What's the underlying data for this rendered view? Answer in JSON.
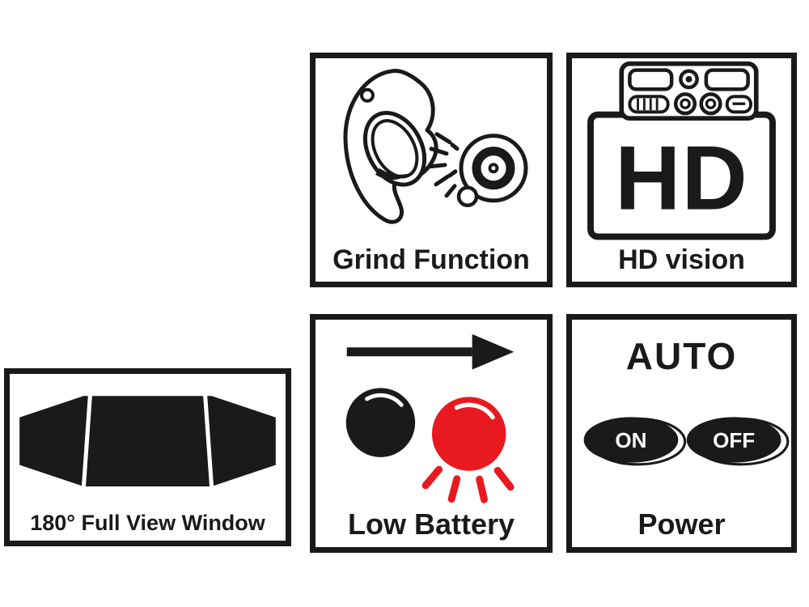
{
  "canvas": {
    "background": "#ffffff",
    "ink_color": "#1a1a1a",
    "accent_red": "#e8191f"
  },
  "tiles": {
    "grind": {
      "label": "Grind Function",
      "icon": "welding-helmet-grinder-sparks-icon"
    },
    "hd": {
      "label": "HD vision",
      "lens_text": "HD",
      "icon": "adf-cartridge-hd-icon"
    },
    "window": {
      "label": "180° Full View Window",
      "icon": "wide-view-window-icon"
    },
    "battery": {
      "label": "Low Battery",
      "icon": "battery-indicator-leds-icon"
    },
    "power": {
      "label": "Power",
      "mode_label": "AUTO",
      "on_label": "ON",
      "off_label": "OFF",
      "icon": "on-off-buttons-icon"
    }
  }
}
